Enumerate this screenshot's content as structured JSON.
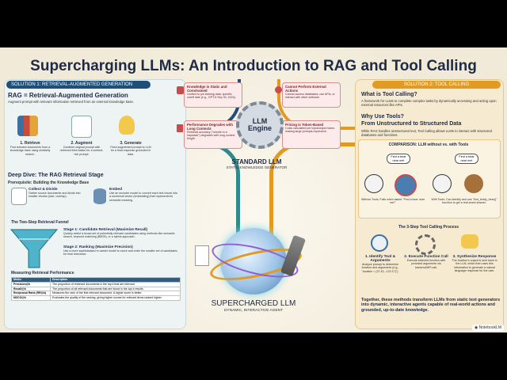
{
  "title": "Supercharging LLMs: An Introduction to RAG and Tool Calling",
  "left": {
    "header": "SOLUTION 1: RETRIEVAL-AUGMENTED GENERATION (RAG)",
    "rag_title": "RAG = Retrieval-Augmented Generation",
    "rag_desc": "Augment prompt with relevant information retrieved from an external knowledge base.",
    "steps": [
      {
        "label": "1. Retrieve",
        "desc": "Find relevant documents from a knowledge base using similarity search."
      },
      {
        "label": "2. Augment",
        "desc": "Combine original prompt with retrieved information for a context-rich prompt."
      },
      {
        "label": "3. Generate",
        "desc": "Feed augmented prompt to LLM for a final response grounded in data."
      }
    ],
    "deep_dive": "Deep Dive: The RAG Retrieval Stage",
    "prereq": "Prerequisite: Building the Knowledge Base",
    "collect_title": "Collect & Divide",
    "collect_desc": "Gather source documents and divide into smaller chunks (size, overlap).",
    "embed_title": "Embed",
    "embed_desc": "Use an encoder model to convert each text chunk into a numerical vector (embedding) that represents its semantic meaning.",
    "funnel_title": "The Two-Step Retrieval Funnel",
    "stage1_title": "Stage 1: Candidate Retrieval (Maximize Recall)",
    "stage1_desc": "Quickly select a broad set of potentially relevant candidates using methods like semantic search, keyword matching (BM25), or a hybrid approach.",
    "stage2_title": "Stage 2: Ranking (Maximize Precision)",
    "stage2_desc": "Use a more sophisticated re-ranker model to score and order the smaller set of candidates for final relevance.",
    "metrics_title": "Measuring Retrieval Performance",
    "metrics_headers": [
      "Metric",
      "Description"
    ],
    "metrics": [
      [
        "Precision@k",
        "The proportion of retrieved documents in the top k that are relevant."
      ],
      [
        "Recall@k",
        "The proportion of all relevant documents that are found in the top k results."
      ],
      [
        "Reciprocal Rank (RR@k)",
        "Measures the rank of the first relevant document. A higher score is better."
      ],
      [
        "NDCG@k",
        "Evaluates the quality of the ranking, giving higher scores for relevant items ranked higher."
      ]
    ]
  },
  "center": {
    "cards": [
      {
        "title": "Knowledge is Static and Constrained",
        "desc": "Limited to pre-training data, specific cutoff date (e.g., GPT-5 Sep 30, 2024)."
      },
      {
        "title": "Cannot Perform External Actions",
        "desc": "Cannot access databases, use APIs, or interact with other software."
      },
      {
        "title": "Performance Degrades with Long Contexts",
        "desc": "Retrieval accuracy (\"needle in a haystack\") degrades with long context length."
      },
      {
        "title": "Pricing is Token-Based",
        "desc": "Costs calculated per input/output token, making large prompts expensive."
      }
    ],
    "engine_line1": "LLM",
    "engine_line2": "Engine",
    "standard_title": "STANDARD LLM",
    "standard_sub": "STATIC KNOWLEDGE GENERATOR",
    "super_title": "SUPERCHARGED LLM",
    "super_sub": "DYNAMIC, INTERACTIVE AGENT"
  },
  "right": {
    "header": "SOLUTION 2: TOOL CALLING",
    "what_title": "What is Tool Calling?",
    "what_desc": "A framework for LLMs to complete complex tasks by dynamically accessing and acting upon external resources like APIs.",
    "why_title": "Why Use Tools?",
    "why_sub": "From Unstructured to Structured Data",
    "why_desc": "While RAG handles unstructured text, Tool Calling allows LLMs to interact with structured databases and functions.",
    "comparison_title": "COMPARISON: LLM without vs. with Tools",
    "bubble_text": "Find a bear near me!",
    "without_caption": "Without Tools: Fails when asked \"Find a bear near me!\".",
    "with_caption": "With Tools: Can identify and use \"find_teddy_bear()\" function to get a real-world answer.",
    "process_title": "The 3-Step Tool Calling Process",
    "steps": [
      {
        "label": "1. Identify Tool & Arguments",
        "desc": "Analyze prompt to determine function and arguments (e.g., \"location = (37.43, -122.17)\")."
      },
      {
        "label": "2. Execute Function Call",
        "desc": "Execute selected function with provided arguments via backend/API call."
      },
      {
        "label": "3. Synthesize Response",
        "desc": "The function's output is sent back to the LLM, which then uses this information to generate a natural language response for the user."
      }
    ],
    "conclusion": "Together, these methods transform LLMs from static text generators into dynamic, interactive agents capable of real-world actions and grounded, up-to-date knowledge."
  },
  "watermark": "NotebookLM",
  "colors": {
    "navy": "#1f4e79",
    "orange": "#e39a22",
    "teal": "#2e8b8b",
    "red_card": "#fdeaea"
  }
}
